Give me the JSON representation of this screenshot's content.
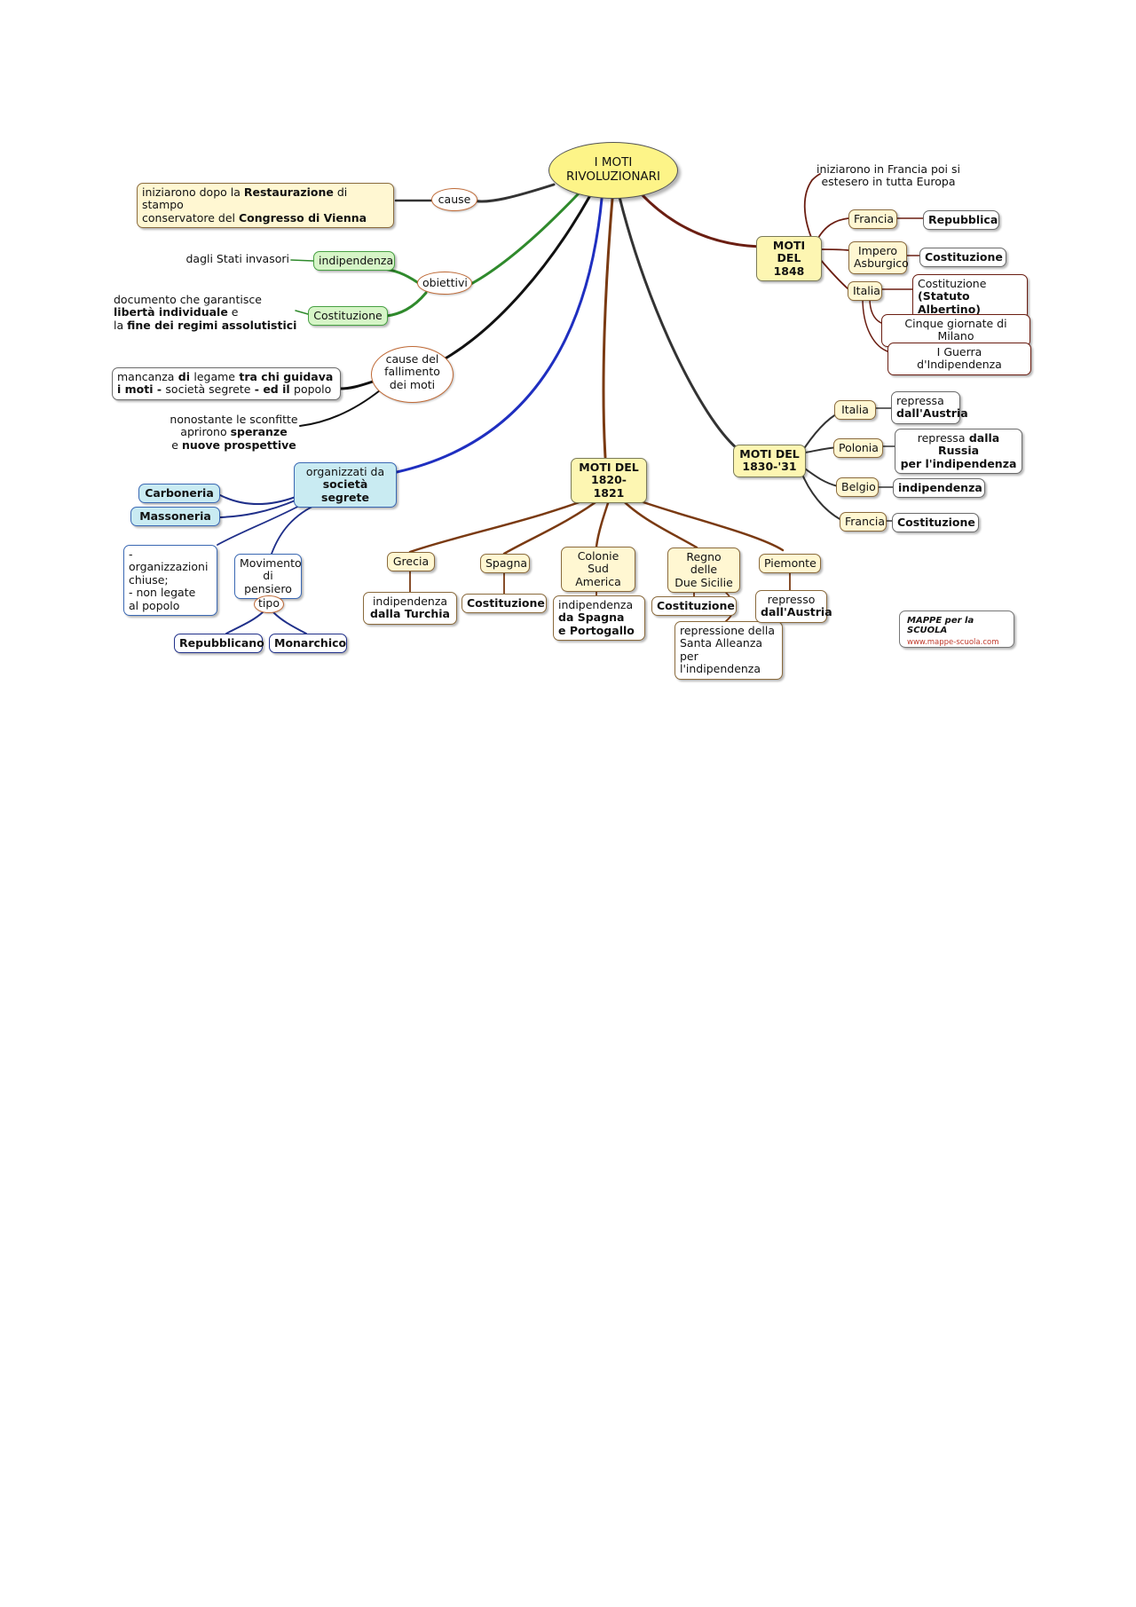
{
  "root": "I MOTI\nRIVOLUZIONARI",
  "cause": {
    "label": "cause",
    "text_parts": [
      "iniziarono dopo la ",
      "Restaurazione",
      " di stampo\nconservatore del ",
      "Congresso di Vienna",
      ""
    ]
  },
  "obiettivi": {
    "label": "obiettivi",
    "indipendenza": "indipendenza",
    "indipendenza_note": "dagli Stati invasori",
    "costituzione": "Costituzione",
    "costituzione_note_parts": [
      "documento che garantisce\n",
      "libertà individuale",
      " e\nla ",
      "fine dei regimi assolutistici",
      ""
    ]
  },
  "fallimento": {
    "label": "cause del\nfallimento\ndei moti",
    "legame_parts": [
      "mancanza",
      " di ",
      "legame",
      " tra chi guidava\ni moti - ",
      "società segrete",
      " - ed il ",
      "popolo",
      ""
    ],
    "speranze_parts": [
      "nonostante le sconfitte\naprirono ",
      "speranze",
      "\ne ",
      "nuove prospettive",
      ""
    ]
  },
  "segrete": {
    "label_parts": [
      "organizzati da\n",
      "società segrete",
      ""
    ],
    "carboneria": "Carboneria",
    "massoneria": "Massoneria",
    "caratteri": "- organizzazioni\n  chiuse;\n- non legate\n  al popolo",
    "movimento": "Movimento\ndi pensiero",
    "tipo": "tipo",
    "repubblicano": "Repubblicano",
    "monarchico": "Monarchico"
  },
  "moti1820": {
    "label": "MOTI DEL\n1820-1821",
    "grecia": "Grecia",
    "grecia_note_parts": [
      "indipendenza",
      "\ndalla Turchia"
    ],
    "spagna": "Spagna",
    "spagna_note": "Costituzione",
    "colonie": "Colonie Sud\nAmerica",
    "colonie_note_parts": [
      "indipendenza",
      "\nda Spagna\ne Portogallo"
    ],
    "regno": "Regno delle\nDue Sicilie",
    "regno_note": "Costituzione",
    "regno_note2": "repressione della\nSanta Alleanza\nper l'indipendenza",
    "piemonte": "Piemonte",
    "piemonte_note_parts": [
      "represso",
      "\ndall'Austria"
    ]
  },
  "moti1830": {
    "label": "MOTI DEL\n1830-'31",
    "italia": "Italia",
    "italia_note_parts": [
      "repressa",
      "\ndall'Austria"
    ],
    "polonia": "Polonia",
    "polonia_note_parts": [
      "repressa",
      " dalla Russia\nper l'indipendenza"
    ],
    "belgio": "Belgio",
    "belgio_note": "indipendenza",
    "francia": "Francia",
    "francia_note": "Costituzione"
  },
  "moti1848": {
    "label": "MOTI DEL\n1848",
    "note": "iniziarono in Francia poi si\nestesero in tutta Europa",
    "francia": "Francia",
    "francia_note": "Repubblica",
    "impero": "Impero\nAsburgico",
    "impero_note": "Costituzione",
    "italia": "Italia",
    "italia_note_parts": [
      "Costituzione",
      "\n(Statuto Albertino)"
    ],
    "cinque": "Cinque giornate di Milano",
    "guerra": "I Guerra d'Indipendenza"
  },
  "watermark": {
    "line1": "MAPPE per la SCUOLA",
    "line2": "www.mappe-scuola.com"
  },
  "colors": {
    "brown": "#7a3a12",
    "darkred": "#6b1e12",
    "green": "#2f8a2c",
    "blue": "#1f2fc0",
    "black": "#1a1a1a",
    "navy": "#20308a"
  }
}
